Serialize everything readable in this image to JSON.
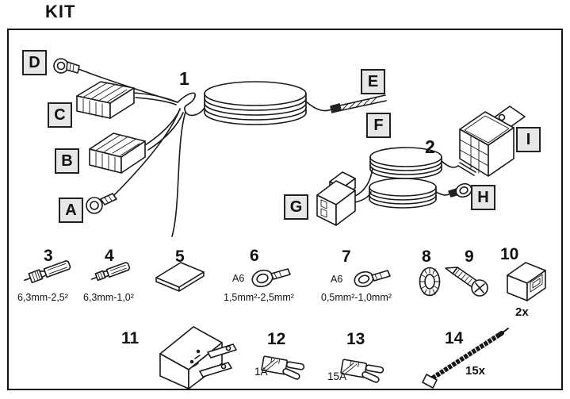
{
  "title": "KIT",
  "colors": {
    "line": "#1a1a1a",
    "label_background": "#e7e7e7",
    "background": "#ffffff"
  },
  "harness_numbers": {
    "h1": "1",
    "h2": "2"
  },
  "connection_labels": {
    "A": "A",
    "B": "B",
    "C": "C",
    "D": "D",
    "E": "E",
    "F": "F",
    "G": "G",
    "H": "H",
    "I": "I"
  },
  "parts": [
    {
      "number": "3",
      "caption": "6,3mm-2,5²"
    },
    {
      "number": "4",
      "caption": "6,3mm-1,0²"
    },
    {
      "number": "5"
    },
    {
      "number": "6",
      "size_code": "A6",
      "caption": "1,5mm²-2,5mm²"
    },
    {
      "number": "7",
      "size_code": "A6",
      "caption": "0,5mm²-1,0mm²"
    },
    {
      "number": "8"
    },
    {
      "number": "9"
    },
    {
      "number": "10",
      "quantity": "2x"
    },
    {
      "number": "11"
    },
    {
      "number": "12",
      "rating": "1A"
    },
    {
      "number": "13",
      "rating": "15A"
    },
    {
      "number": "14",
      "quantity": "15x"
    }
  ]
}
